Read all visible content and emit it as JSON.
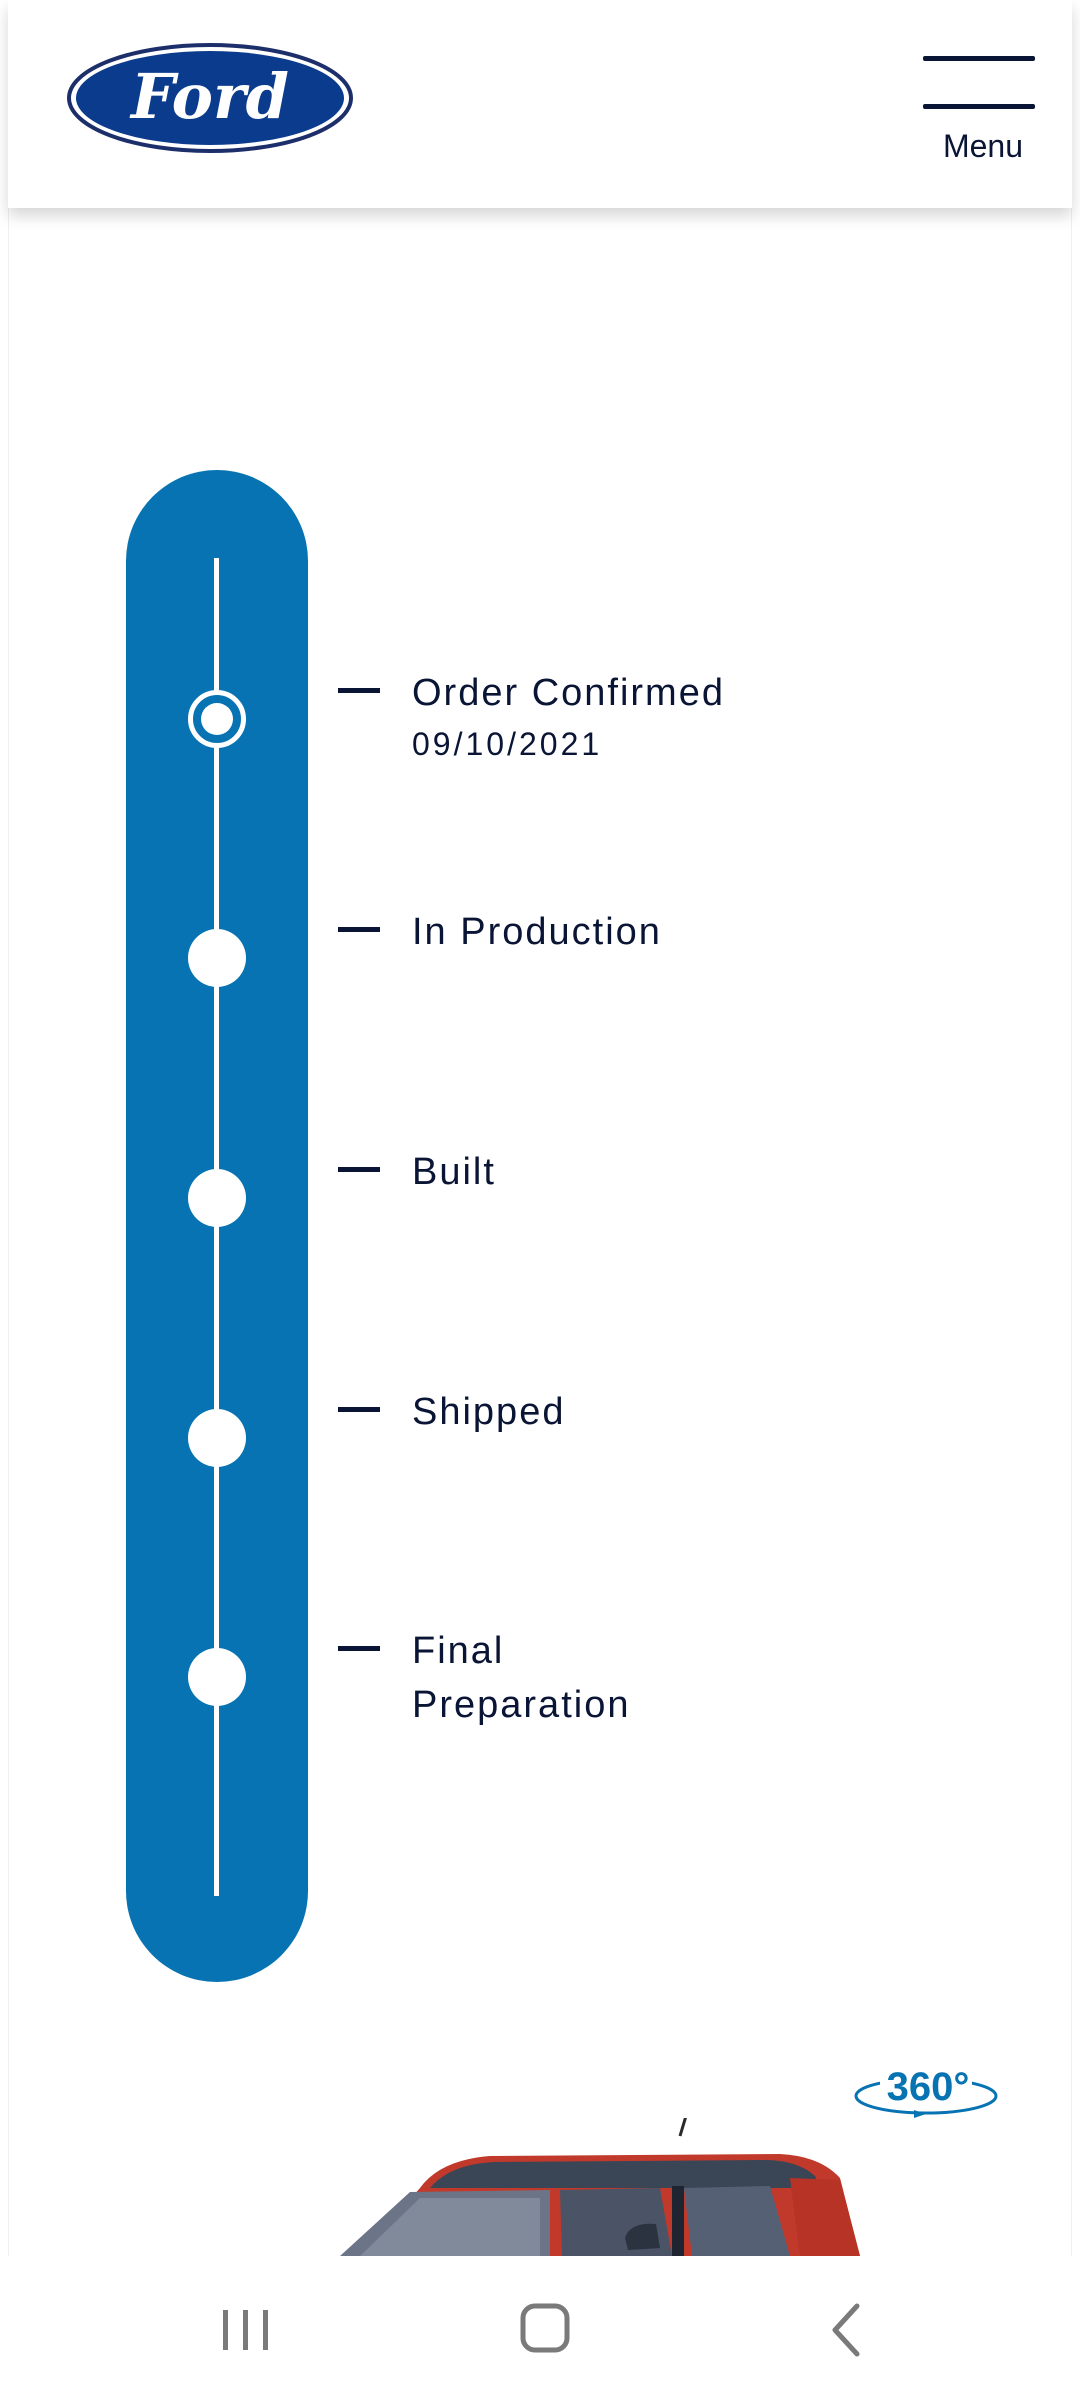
{
  "header": {
    "logo_text": "Ford",
    "menu_label": "Menu"
  },
  "tracker": {
    "steps": [
      {
        "label": "Order Confirmed",
        "date": "09/10/2021",
        "status": "current"
      },
      {
        "label": "In Production",
        "date": "",
        "status": "pending"
      },
      {
        "label": "Built",
        "date": "",
        "status": "pending"
      },
      {
        "label": "Shipped",
        "date": "",
        "status": "pending"
      },
      {
        "label": "Final Preparation",
        "date": "",
        "status": "pending"
      }
    ]
  },
  "viewer": {
    "badge_text": "360°"
  },
  "navbar": {
    "recents_icon": "recents-icon",
    "home_icon": "home-icon",
    "back_icon": "back-icon"
  },
  "colors": {
    "ford_blue": "#0873b2",
    "logo_blue": "#0b3b8c",
    "navy_text": "#0a1535"
  }
}
